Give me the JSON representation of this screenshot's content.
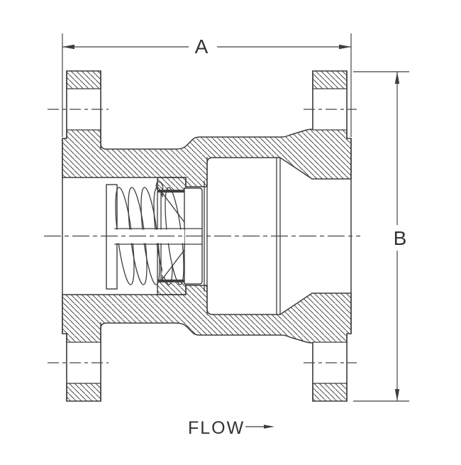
{
  "page": {
    "background": "#ffffff"
  },
  "drawing": {
    "kind": "check-valve cross-section technical drawing",
    "line_color": "#3d3d3d",
    "hatch_color": "#4a4a4a",
    "annotations": {
      "dim_a": "A",
      "dim_b": "B",
      "flow": "FLOW"
    }
  }
}
